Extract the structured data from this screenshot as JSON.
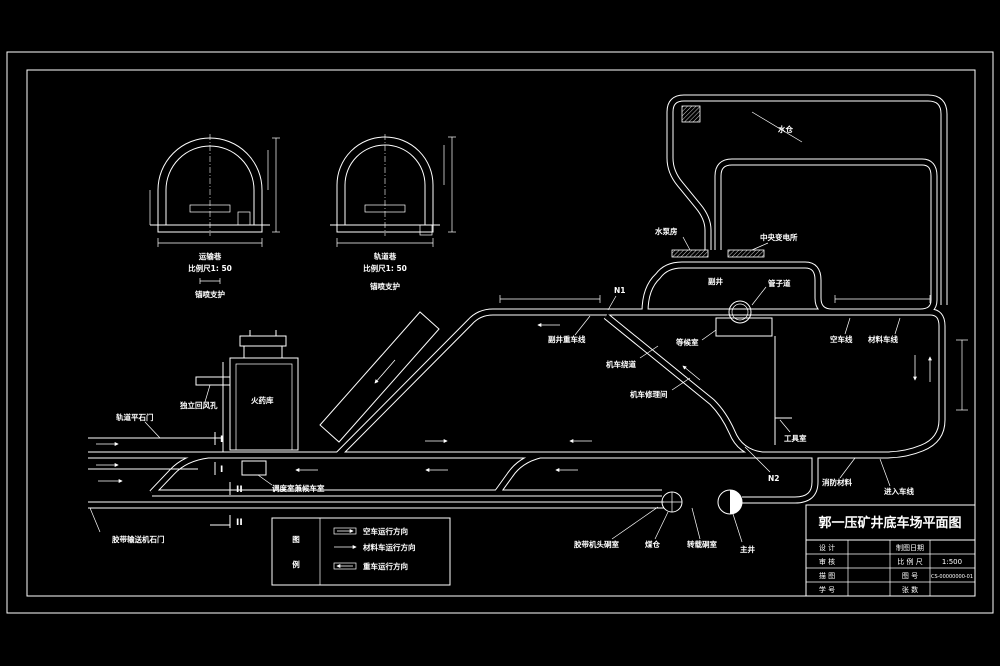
{
  "colors": {
    "background": "#000000",
    "line": "#ffffff"
  },
  "drawing": {
    "title": "郭一压矿井底车场平面图",
    "sections": {
      "haulage": {
        "name": "运输巷",
        "scale": "比例尺1: 50",
        "support": "锚喷支护"
      },
      "track": {
        "name": "轨道巷",
        "scale": "比例尺1: 50",
        "support": "锚喷支护"
      }
    },
    "labels": {
      "sump": "水仓",
      "pump_room": "水泵房",
      "substation": "中央变电所",
      "aux_shaft": "副井",
      "pipe_way": "管子道",
      "n1": "N1",
      "n2": "N2",
      "aux_loaded_track": "副井重车线",
      "waiting_room": "等候室",
      "loco_bypass": "机车绕道",
      "loco_repair": "机车修理间",
      "empty_track": "空车线",
      "material_track": "材料车线",
      "tool_room": "工具室",
      "fire_material": "消防材料",
      "entry_track": "进入车线",
      "track_crosscut": "轨道平石门",
      "return_air": "独立回风孔",
      "explosives": "火药库",
      "dispatch": "调度室兼候车室",
      "belt_crosscut": "胶带输送机石门",
      "belt_head": "胶带机头硐室",
      "bunker": "煤仓",
      "transfer": "转载硐室",
      "main_shaft": "主井"
    },
    "section_marks": [
      "I",
      "I",
      "II",
      "II"
    ]
  },
  "legend": {
    "heading_1": "图",
    "heading_2": "例",
    "items": [
      "空车运行方向",
      "材料车运行方向",
      "重车运行方向"
    ]
  },
  "title_block": {
    "rows": [
      {
        "label_a": "设 计",
        "label_b": "制图日期"
      },
      {
        "label_a": "审 核",
        "label_b": "比 例 尺",
        "value_b": "1:500"
      },
      {
        "label_a": "描 图",
        "label_b": "图 号",
        "value_b": "CS-00000000-01"
      },
      {
        "label_a": "学 号",
        "label_b": "张 数"
      }
    ]
  }
}
